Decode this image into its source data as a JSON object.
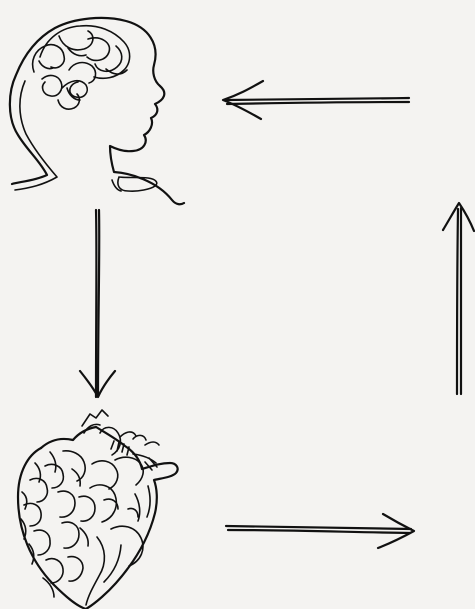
{
  "diagram": {
    "nodes": [
      {
        "id": "head",
        "icon": "head-with-brain-icon"
      },
      {
        "id": "heart",
        "icon": "brain-heart-icon"
      }
    ],
    "edges": [
      {
        "from": "head",
        "to": "heart",
        "icon": "arrow-down-icon"
      },
      {
        "from": "heart",
        "to": "right-side",
        "icon": "arrow-right-icon"
      },
      {
        "from": "right-side",
        "to": "top-right",
        "icon": "arrow-up-icon"
      },
      {
        "from": "top-right",
        "to": "head",
        "icon": "arrow-left-icon"
      }
    ],
    "ink_color": "#111111",
    "background_color": "#f4f3f1"
  }
}
